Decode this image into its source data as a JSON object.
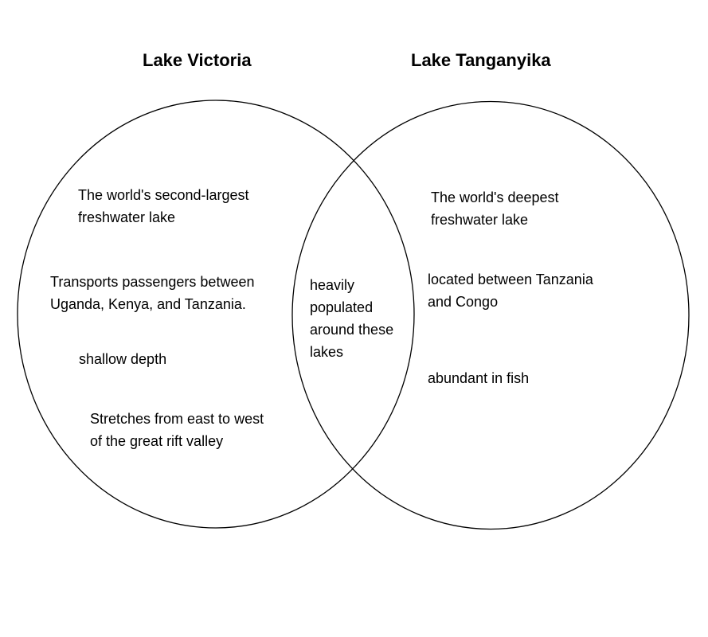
{
  "titles": {
    "left": "Lake Victoria",
    "right": "Lake Tanganyika"
  },
  "left_items": [
    "The world's second-largest\nfreshwater lake",
    "Transports passengers between\nUganda, Kenya, and Tanzania.",
    "shallow depth",
    "Stretches from east to west\nof the great rift valley"
  ],
  "overlap_items": [
    "heavily\npopulated\naround these\nlakes"
  ],
  "right_items": [
    "The world's deepest\nfreshwater lake",
    "located between Tanzania\nand Congo",
    "abundant in fish"
  ],
  "colors": {
    "stroke": "#000000",
    "background": "#ffffff"
  }
}
